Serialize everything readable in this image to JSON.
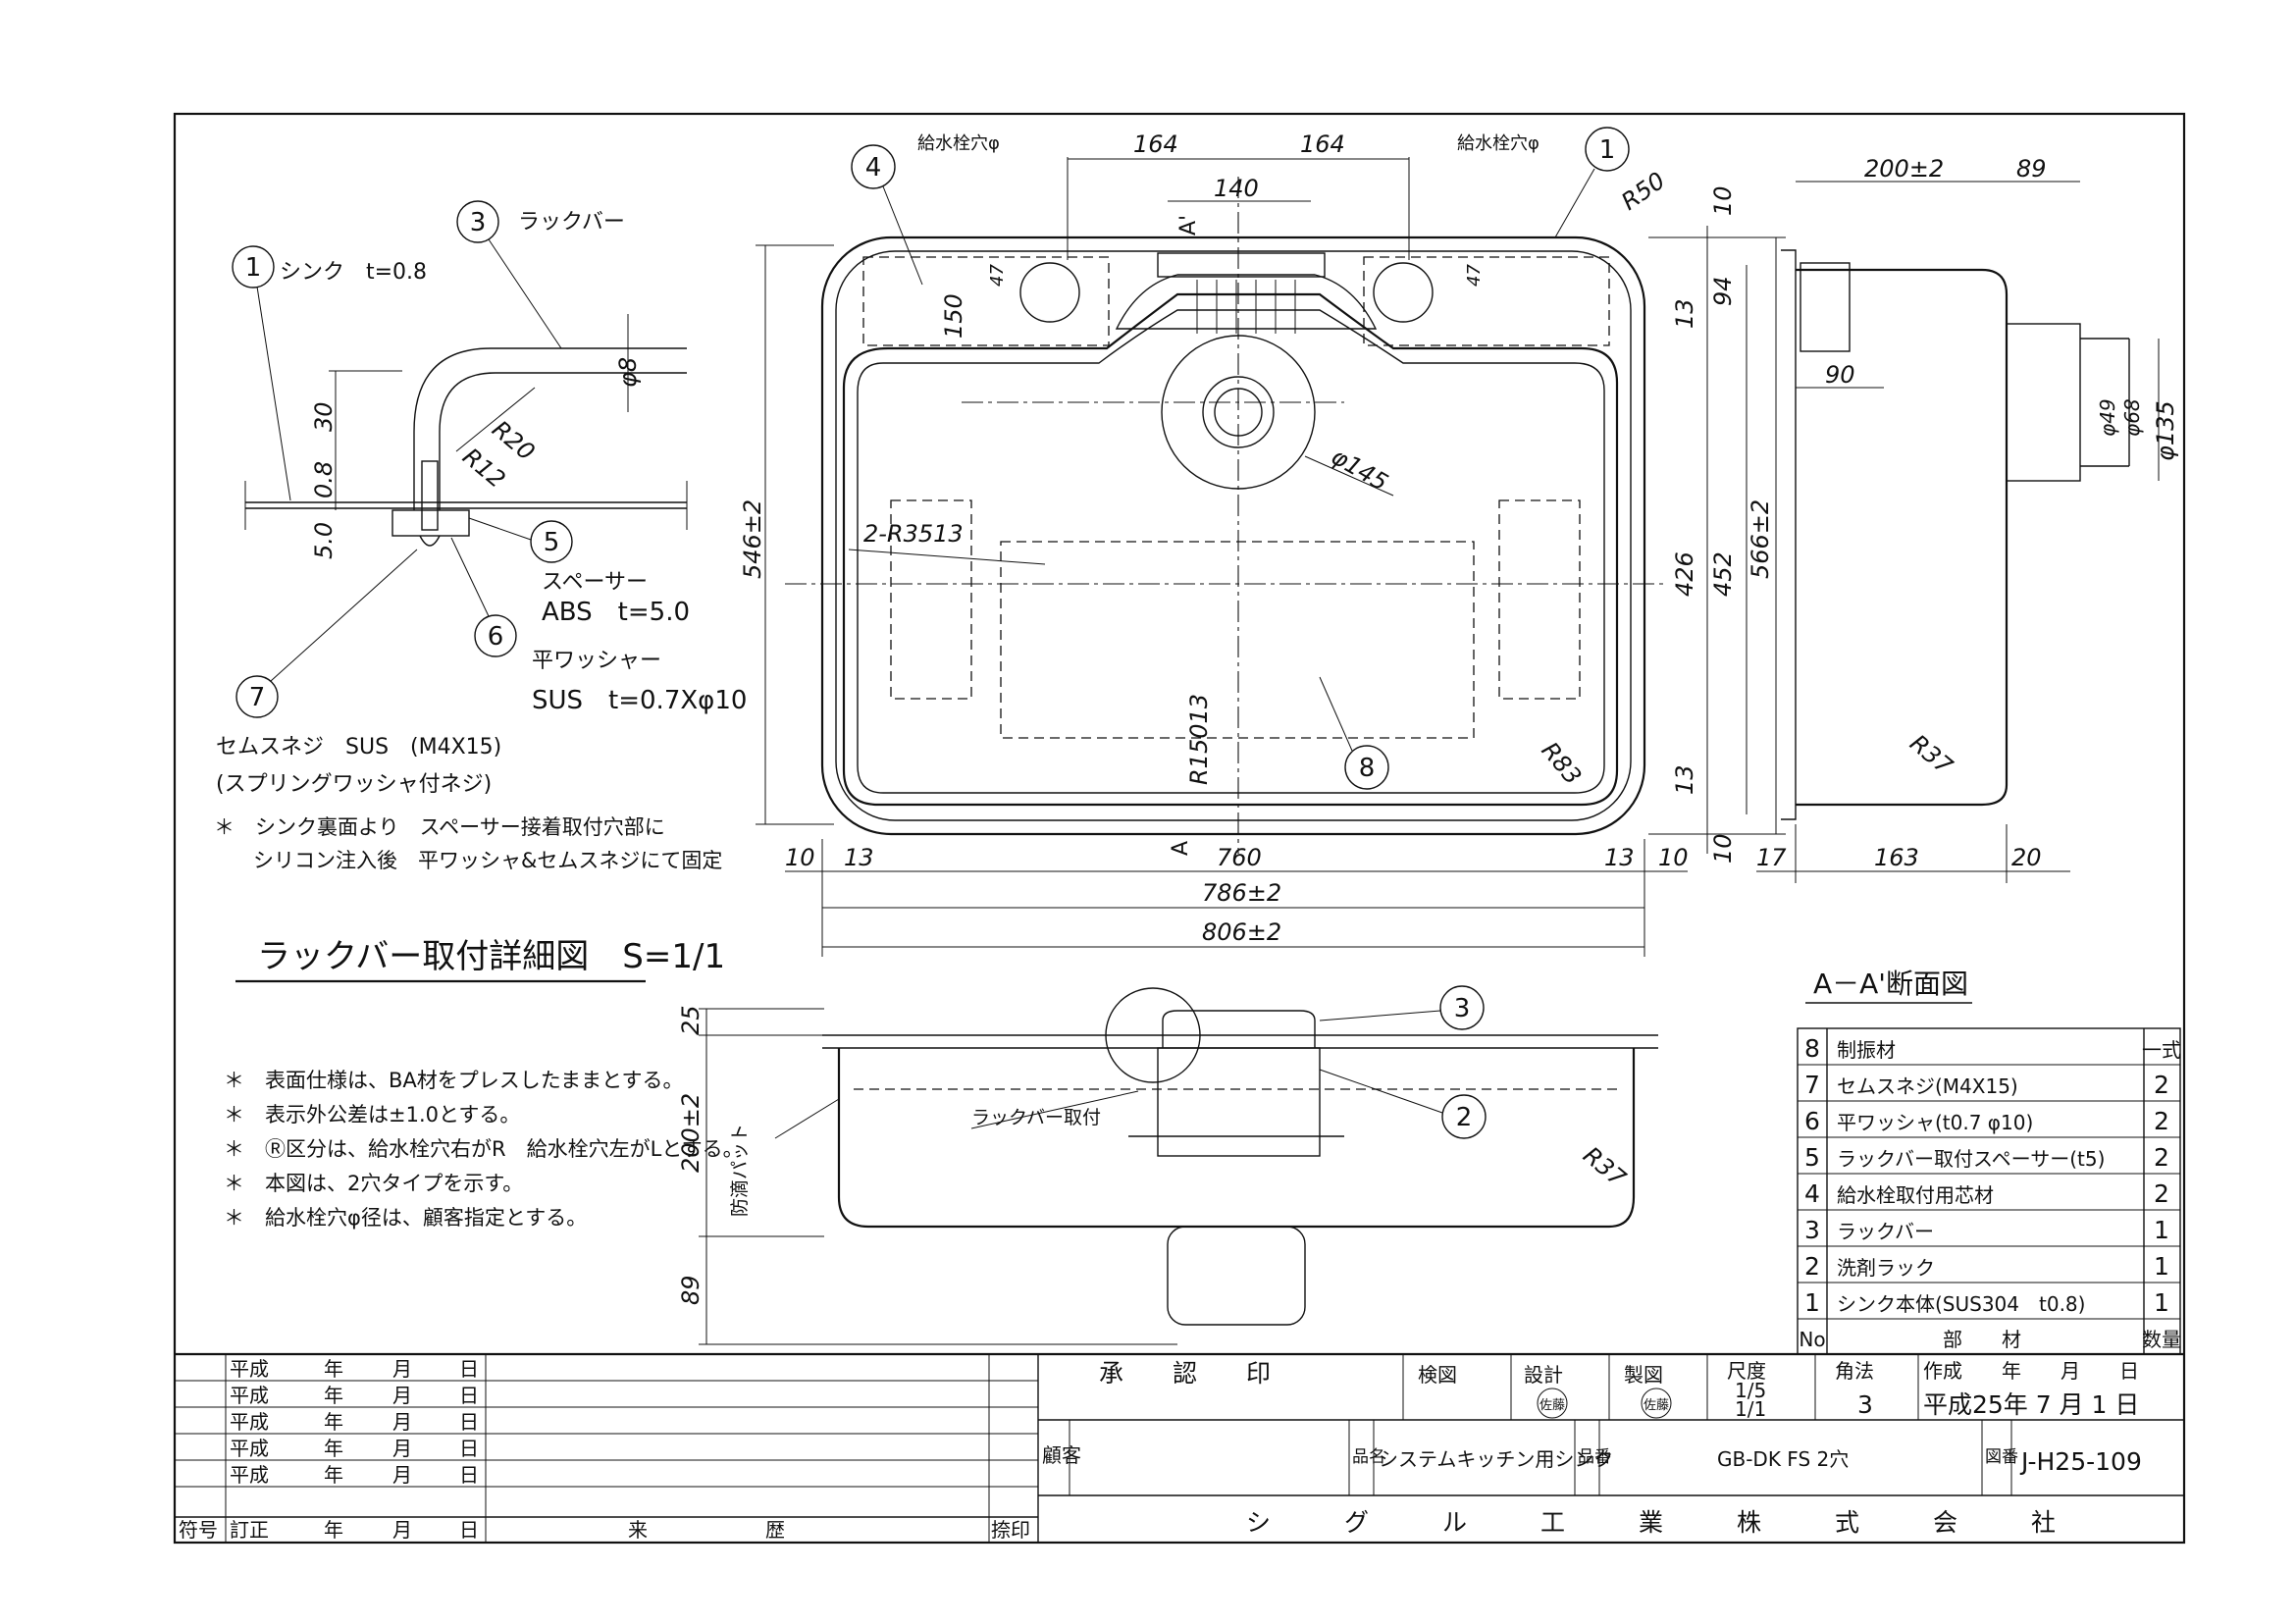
{
  "detail": {
    "items": {
      "sink": "シンク　t=0.8",
      "rack_bar": "ラックバー",
      "spacer": "スペーサー",
      "spacer_spec": "ABS　t=5.0",
      "washer": "平ワッシャー",
      "washer_spec": "SUS　t=0.7Xφ10",
      "screw": "セムスネジ　SUS　(M4X15)",
      "screw_note": "(スプリングワッシャ付ネジ)"
    },
    "dims": {
      "d30": "30",
      "d08": "0.8",
      "d50": "5.0",
      "phi8": "φ8",
      "r20": "R20",
      "r12": "R12"
    },
    "note1": "＊　シンク裏面より　スペーサー接着取付穴部に",
    "note2": "シリコン注入後　平ワッシャ&セムスネジにて固定",
    "title": "ラックバー取付詳細図　S=1/1"
  },
  "callouts": [
    "1",
    "2",
    "3",
    "4",
    "5",
    "6",
    "7",
    "8"
  ],
  "plan": {
    "faucet_left": "給水栓穴φ",
    "faucet_right": "給水栓穴φ",
    "dims": {
      "d164a": "164",
      "d164b": "164",
      "d140": "140",
      "d10top": "10",
      "r50": "R50",
      "d94": "94",
      "d13a": "13",
      "d150": "150",
      "d47a": "47",
      "d47b": "47",
      "phi145": "φ145",
      "d546": "546±2",
      "d426": "426",
      "d452": "452",
      "d566": "566±2",
      "r3513": "2-R3513",
      "r15013": "R15013",
      "r83": "R83",
      "d13b": "13",
      "d10bot": "10",
      "d10l": "10",
      "d13l": "13",
      "d760": "760",
      "d13r": "13",
      "d10r": "10",
      "d786": "786±2",
      "d806": "806±2"
    },
    "section_a": "A",
    "section_a2": "A'"
  },
  "side": {
    "dims": {
      "d200": "200±2",
      "d89": "89",
      "d90": "90",
      "phi49": "φ49",
      "phi68": "φ68",
      "phi135": "φ135",
      "r37": "R37",
      "d17": "17",
      "d163": "163",
      "d20": "20"
    }
  },
  "front": {
    "dims": {
      "d25": "25",
      "d200": "200±2",
      "d89": "89",
      "r37": "R37"
    },
    "rack_label": "ラックバー取付",
    "pad_label": "防滴パット"
  },
  "notes": [
    "＊　表面仕様は、BA材をプレスしたままとする。",
    "＊　表示外公差は±1.0とする。",
    "＊　Ⓡ区分は、給水栓穴右がR　給水栓穴左がLとする。",
    "＊　本図は、2穴タイプを示す。",
    "＊　給水栓穴φ径は、顧客指定とする。"
  ],
  "section_title": "A－A'断面図",
  "parts": {
    "header": {
      "no": "No",
      "name": "部　　材",
      "qty": "数量"
    },
    "rows": [
      {
        "no": "8",
        "name": "制振材",
        "qty": "一式"
      },
      {
        "no": "7",
        "name": "セムスネジ(M4X15)",
        "qty": "2"
      },
      {
        "no": "6",
        "name": "平ワッシャ(t0.7 φ10)",
        "qty": "2"
      },
      {
        "no": "5",
        "name": "ラックバー取付スペーサー(t5)",
        "qty": "2"
      },
      {
        "no": "4",
        "name": "給水栓取付用芯材",
        "qty": "2"
      },
      {
        "no": "3",
        "name": "ラックバー",
        "qty": "1"
      },
      {
        "no": "2",
        "name": "洗剤ラック",
        "qty": "1"
      },
      {
        "no": "1",
        "name": "シンク本体(SUS304　t0.8)",
        "qty": "1"
      }
    ]
  },
  "revisions": {
    "era": "平成",
    "year": "年",
    "month": "月",
    "day": "日",
    "footer_mark": "符号",
    "footer_rev": "訂正",
    "footer_history": "来　　　　　　歴",
    "footer_stamp": "捺印"
  },
  "titleblock": {
    "approve": "承　　認　　印",
    "check": "検図",
    "design": "設計",
    "drawn": "製図",
    "seal": "佐藤",
    "scale_label": "尺度",
    "scale": "1/5",
    "scale2": "1/1",
    "angle_label": "角法",
    "angle": "3",
    "date_label": "作成　　年　　月　　日",
    "date": "平成25年 7 月 1 日",
    "customer": "顧客",
    "item_label": "品名",
    "item": "システムキッチン用シンク",
    "part_label": "品番",
    "part": "GB-DK FS 2穴",
    "drawing_label": "図番",
    "drawing_no": "J-H25-109",
    "company": "シ　　　グ　　　ル　　　工　　　業　　　株　　　式　　　会　　　社"
  }
}
